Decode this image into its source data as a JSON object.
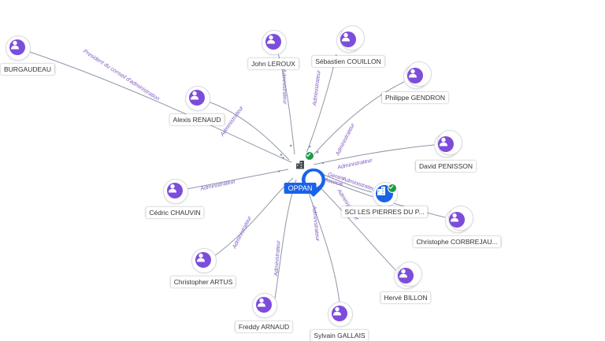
{
  "center": {
    "name": "OPPAN",
    "icon": "building-icon",
    "status_icon": "check-icon",
    "colors": {
      "company": "#1a62e8",
      "status": "#1d9a4a"
    }
  },
  "companies": [
    {
      "name": "SCI LES PIERRES DU P...",
      "icon": "building-icon",
      "status_icon": "check-icon"
    }
  ],
  "persons": [
    {
      "name": "BURGAUDEAU",
      "icon": "person-icon",
      "stack": 1
    },
    {
      "name": "John LEROUX",
      "icon": "person-icon",
      "stack": 1
    },
    {
      "name": "Sébastien COUILLON",
      "icon": "person-icon",
      "stack": 2
    },
    {
      "name": "Philippe GENDRON",
      "icon": "person-icon",
      "stack": 2
    },
    {
      "name": "Alexis RENAUD",
      "icon": "person-icon",
      "stack": 1
    },
    {
      "name": "David PENISSON",
      "icon": "person-icon",
      "stack": 2
    },
    {
      "name": "Cédric CHAUVIN",
      "icon": "person-icon",
      "stack": 1
    },
    {
      "name": "Christophe CORBREJAU...",
      "icon": "person-icon",
      "stack": 2
    },
    {
      "name": "Christopher ARTUS",
      "icon": "person-icon",
      "stack": 1
    },
    {
      "name": "Hervé BILLON",
      "icon": "person-icon",
      "stack": 2
    },
    {
      "name": "Freddy ARNAUD",
      "icon": "person-icon",
      "stack": 1
    },
    {
      "name": "Sylvain GALLAIS",
      "icon": "person-icon",
      "stack": 1
    }
  ],
  "edges": [
    {
      "from": "BURGAUDEAU",
      "to": "OPPAN",
      "labels": [
        "President du conseil d'administration"
      ]
    },
    {
      "from": "John LEROUX",
      "to": "OPPAN",
      "labels": [
        "Administrateur"
      ]
    },
    {
      "from": "Sébastien COUILLON",
      "to": "OPPAN",
      "labels": [
        "Administrateur"
      ]
    },
    {
      "from": "Philippe GENDRON",
      "to": "OPPAN",
      "labels": [
        "Administrateur"
      ]
    },
    {
      "from": "Alexis RENAUD",
      "to": "OPPAN",
      "labels": [
        "Administrateur"
      ]
    },
    {
      "from": "David PENISSON",
      "to": "OPPAN",
      "labels": [
        "Administrateur"
      ]
    },
    {
      "from": "Cédric CHAUVIN",
      "to": "OPPAN",
      "labels": [
        "Administrateur"
      ]
    },
    {
      "from": "Christophe CORBREJAU...",
      "to": "OPPAN",
      "labels": [
        "Administrateur"
      ]
    },
    {
      "from": "Christopher ARTUS",
      "to": "OPPAN",
      "labels": [
        "Administrateur"
      ]
    },
    {
      "from": "Hervé BILLON",
      "to": "OPPAN",
      "labels": [
        "Administrateur"
      ]
    },
    {
      "from": "Freddy ARNAUD",
      "to": "OPPAN",
      "labels": [
        "Administrateur"
      ]
    },
    {
      "from": "Sylvain GALLAIS",
      "to": "OPPAN",
      "labels": [
        "Administrateur"
      ]
    },
    {
      "from": "OPPAN",
      "to": "SCI LES PIERRES DU P...",
      "labels": [
        "Gerant",
        "Associe"
      ]
    }
  ]
}
